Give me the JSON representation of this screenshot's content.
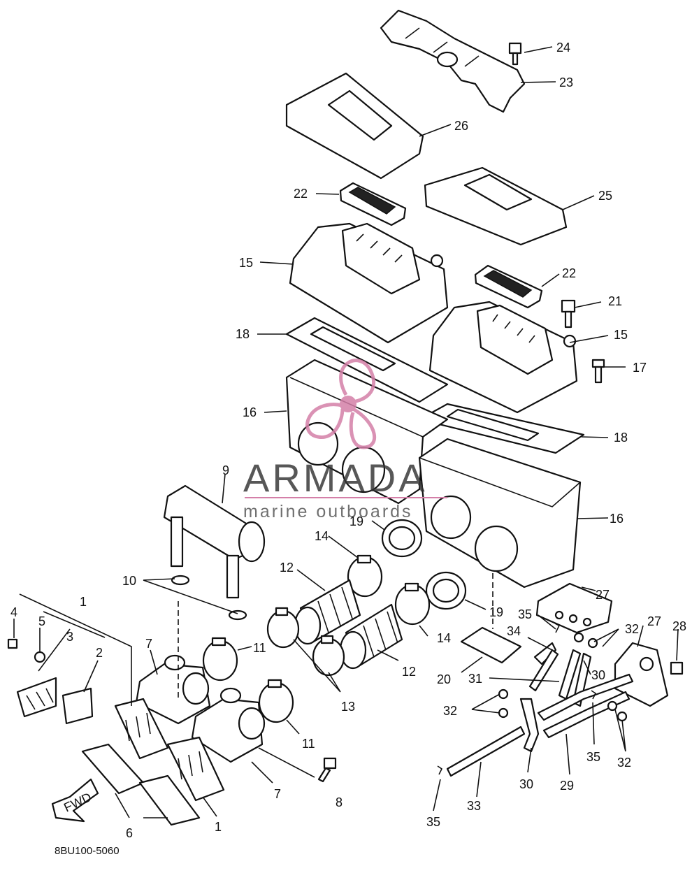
{
  "diagram": {
    "drawing_code": "8BU100-5060",
    "direction_label": "FWD",
    "callouts": {
      "c24": "24",
      "c23": "23",
      "c26": "26",
      "c22a": "22",
      "c25": "25",
      "c15a": "15",
      "c22b": "22",
      "c21": "21",
      "c18a": "18",
      "c15b": "15",
      "c17": "17",
      "c16a": "16",
      "c18b": "18",
      "c9": "9",
      "c16b": "16",
      "c19a": "19",
      "c14a": "14",
      "c12a": "12",
      "c27a": "27",
      "c10": "10",
      "c19b": "19",
      "c35a": "35",
      "c32a": "32",
      "c27b": "27",
      "c28": "28",
      "c1a": "1",
      "c4": "4",
      "c5": "5",
      "c3": "3",
      "c2": "2",
      "c7a": "7",
      "c11a": "11",
      "c14b": "14",
      "c34": "34",
      "c12b": "12",
      "c20": "20",
      "c31": "31",
      "c30a": "30",
      "c13": "13",
      "c32b": "32",
      "c11b": "11",
      "c35b": "35",
      "c32c": "32",
      "c8": "8",
      "c7b": "7",
      "c30b": "30",
      "c29": "29",
      "c33": "33",
      "c35c": "35",
      "c6": "6",
      "c1b": "1"
    }
  },
  "watermark": {
    "brand": "ARMADA",
    "tagline": "marine outboards",
    "color": "#d47fa8"
  }
}
